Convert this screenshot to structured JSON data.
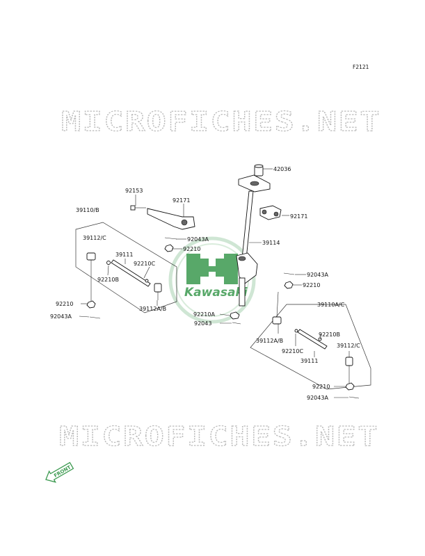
{
  "figure_code": "F2121",
  "watermark_text": "MICROFICHES.NET",
  "brand_text": "Kawasaki",
  "front_arrow_text": "FRONT",
  "colors": {
    "line": "#111111",
    "brand_green": "#3c9a50",
    "watermark_outline": "#b9b9b9"
  },
  "labels": {
    "p42036": "42036",
    "p92153": "92153",
    "p92171_a": "92171",
    "p92171_b": "92171",
    "p39110b": "39110/B",
    "p92043a_a": "92043A",
    "p39112c_a": "39112/C",
    "p92210_a": "92210",
    "p39114": "39114",
    "p39111_a": "39111",
    "p92210c_a": "92210C",
    "p92210b_a": "92210B",
    "p92043a_b": "92043A",
    "p92210_b": "92210",
    "p92210_c": "92210",
    "p92043a_c": "92043A",
    "p39112ab_a": "39112A/B",
    "p92210a": "92210A",
    "p92043": "92043",
    "p39110ac": "39110A/C",
    "p39112ab_b": "39112A/B",
    "p92210b_b": "92210B",
    "p92210c_b": "92210C",
    "p39112c_b": "39112/C",
    "p39111_b": "39111",
    "p92210_d": "92210",
    "p92043a_d": "92043A"
  }
}
